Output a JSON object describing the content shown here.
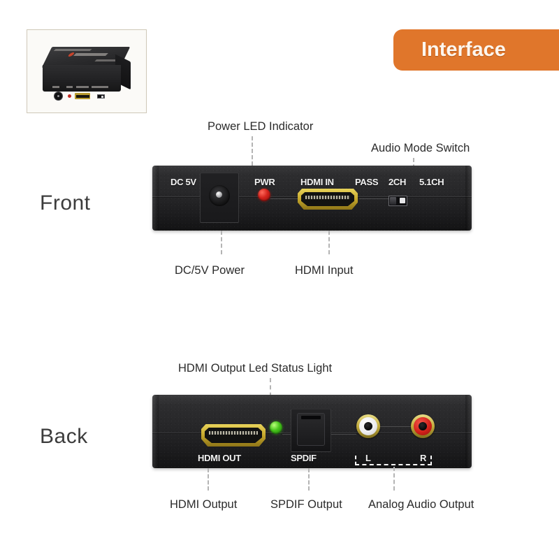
{
  "banner": {
    "label": "Interface",
    "color": "#e0762b",
    "text_color": "#fdf6ee"
  },
  "thumbnail": {
    "name": "product-photo",
    "description": "HDMI audio extractor black box"
  },
  "sections": {
    "front": {
      "label": "Front",
      "silkscreen": [
        {
          "text": "DC 5V",
          "name": "silk-dc5v"
        },
        {
          "text": "PWR",
          "name": "silk-pwr"
        },
        {
          "text": "HDMI IN",
          "name": "silk-hdmi-in"
        },
        {
          "text": "PASS",
          "name": "silk-pass"
        },
        {
          "text": "2CH",
          "name": "silk-2ch"
        },
        {
          "text": "5.1CH",
          "name": "silk-51ch"
        }
      ],
      "callouts_top": [
        {
          "text": "Power LED Indicator",
          "name": "callout-power-led-indicator"
        },
        {
          "text": "Audio Mode Switch",
          "name": "callout-audio-mode-switch"
        }
      ],
      "callouts_bottom": [
        {
          "text": "DC/5V Power",
          "name": "callout-dc-5v-power"
        },
        {
          "text": "HDMI Input",
          "name": "callout-hdmi-input"
        }
      ],
      "components": {
        "dc_jack": "dc-power-jack",
        "power_led": "power-led",
        "led_color": "#d4231c",
        "hdmi_port": "hdmi-input-port",
        "hdmi_color": "#c7a92d",
        "switch": "audio-mode-switch"
      }
    },
    "back": {
      "label": "Back",
      "silkscreen": [
        {
          "text": "HDMI OUT",
          "name": "silk-hdmi-out"
        },
        {
          "text": "SPDIF",
          "name": "silk-spdif"
        },
        {
          "text": "L",
          "name": "silk-l"
        },
        {
          "text": "R",
          "name": "silk-r"
        }
      ],
      "callouts_top": [
        {
          "text": "HDMI Output Led Status Light",
          "name": "callout-hdmi-output-led-status-light"
        }
      ],
      "callouts_bottom": [
        {
          "text": "HDMI Output",
          "name": "callout-hdmi-output"
        },
        {
          "text": "SPDIF Output",
          "name": "callout-spdif-output"
        },
        {
          "text": "Analog Audio Output",
          "name": "callout-analog-audio-output"
        }
      ],
      "components": {
        "hdmi_port": "hdmi-output-port",
        "status_led": "hdmi-status-led",
        "status_led_color": "#46c41a",
        "spdif_port": "spdif-optical-port",
        "rca_left": "rca-left-jack",
        "rca_left_color": "#ffffff",
        "rca_right": "rca-right-jack",
        "rca_right_color": "#d2211a"
      }
    }
  }
}
